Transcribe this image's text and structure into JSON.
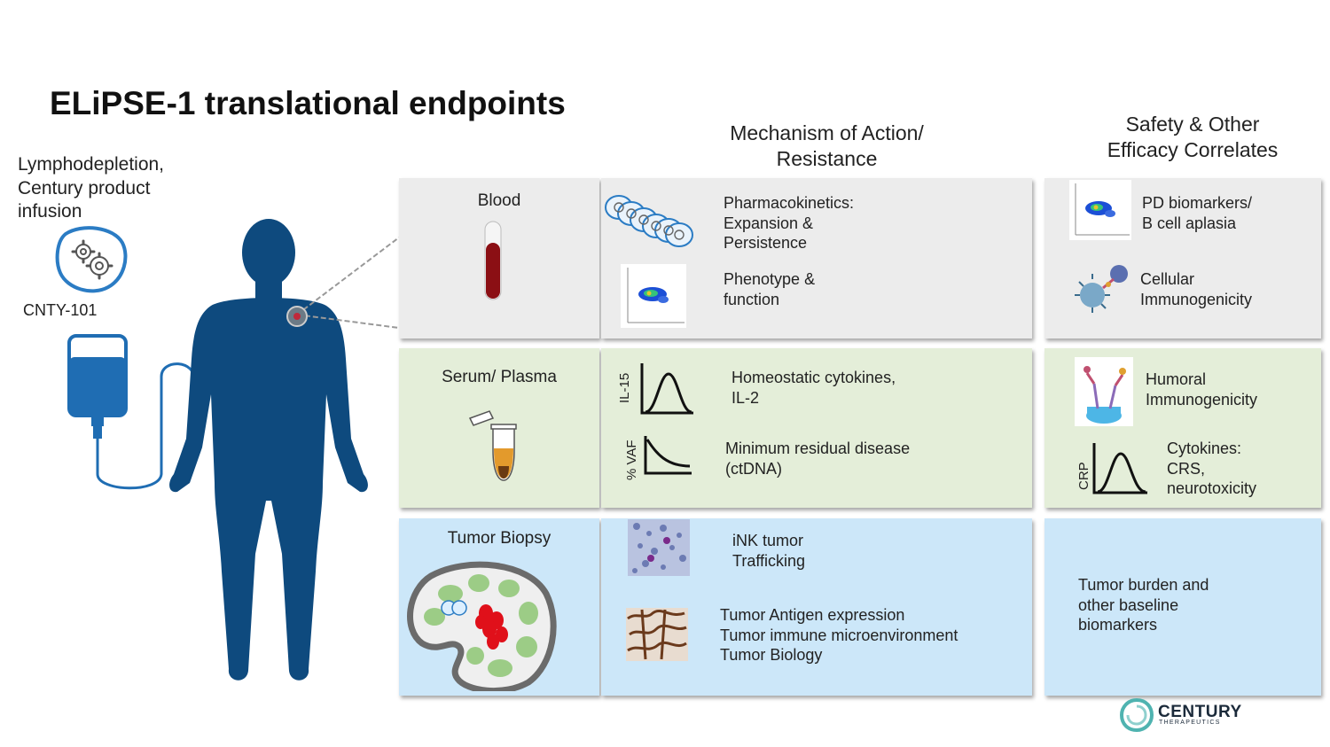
{
  "title": "ELiPSE-1 translational endpoints",
  "intro": {
    "line1": "Lymphodepletion,",
    "line2": "Century product",
    "line3": "infusion",
    "product_label": "CNTY-101"
  },
  "columns": {
    "moa_line1": "Mechanism of Action/",
    "moa_line2": "Resistance",
    "safety_line1": "Safety & Other",
    "safety_line2": "Efficacy Correlates"
  },
  "rows": {
    "blood": {
      "label": "Blood",
      "pk_line1": "Pharmacokinetics:",
      "pk_line2": "Expansion &",
      "pk_line3": "Persistence",
      "pheno_line1": "Phenotype &",
      "pheno_line2": "function",
      "pd_line1": "PD biomarkers/",
      "pd_line2": "B cell aplasia",
      "cell_line1": "Cellular",
      "cell_line2": "Immunogenicity"
    },
    "serum": {
      "label": "Serum/ Plasma",
      "il15_axis": "IL-15",
      "homeo_line1": "Homeostatic cytokines,",
      "homeo_line2": "IL-2",
      "vaf_axis": "% VAF",
      "mrd_line1": "Minimum residual disease",
      "mrd_line2": "(ctDNA)",
      "humoral_line1": "Humoral",
      "humoral_line2": "Immunogenicity",
      "crp_axis": "CRP",
      "cyto_line1": "Cytokines:",
      "cyto_line2": "CRS,",
      "cyto_line3": "neurotoxicity"
    },
    "tumor": {
      "label": "Tumor Biopsy",
      "ink_line1": "iNK tumor",
      "ink_line2": "Trafficking",
      "ag_line1": "Tumor Antigen expression",
      "ag_line2": "Tumor immune microenvironment",
      "ag_line3": "Tumor Biology",
      "burden_line1": "Tumor burden and",
      "burden_line2": "other baseline",
      "burden_line3": "biomarkers"
    }
  },
  "logo": {
    "word": "CENTURY",
    "sub": "THERAPEUTICS"
  },
  "colors": {
    "silhouette": "#0e4a7e",
    "blood_row": "#ececec",
    "serum_row": "#e4eed9",
    "tumor_row": "#cce7f9",
    "logo_teal": "#4fb3b0"
  }
}
